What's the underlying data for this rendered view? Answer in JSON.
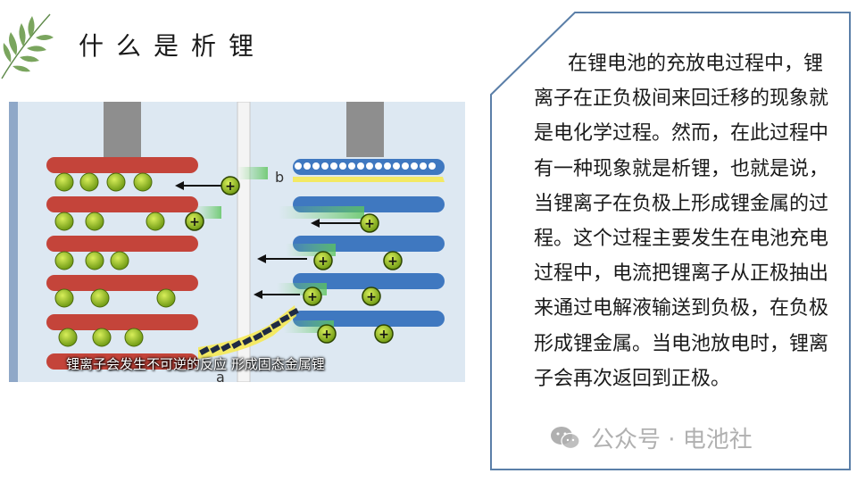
{
  "slide": {
    "title": "什么是析锂"
  },
  "diagram": {
    "caption": "锂离子会发生不可逆的反应 形成固态金属锂",
    "label_b": "b",
    "label_a": "a",
    "ion_symbol": "+",
    "colors": {
      "background": "#dde8f2",
      "positive_plate": "#c4443a",
      "negative_plate": "#3f78c0",
      "ion": "#8cb31a",
      "separator": "#f4f4f4",
      "collector": "#8e8e8e",
      "highlight": "#f7e94b"
    }
  },
  "explanation": {
    "text": "在锂电池的充放电过程中，锂离子在正负极间来回迁移的现象就是电化学过程。然而，在此过程中有一种现象就是析锂，也就是说，当锂离子在负极上形成锂金属的过程。这个过程主要发生在电池充电过程中，电流把锂离子从正极抽出来通过电解液输送到负极，在负极形成锂金属。当电池放电时，锂离子会再次返回到正极。",
    "border_color": "#5b7fa8",
    "fill_color": "#ffffff"
  },
  "watermark": {
    "text": "公众号 · 电池社",
    "icon": "wechat-icon"
  }
}
